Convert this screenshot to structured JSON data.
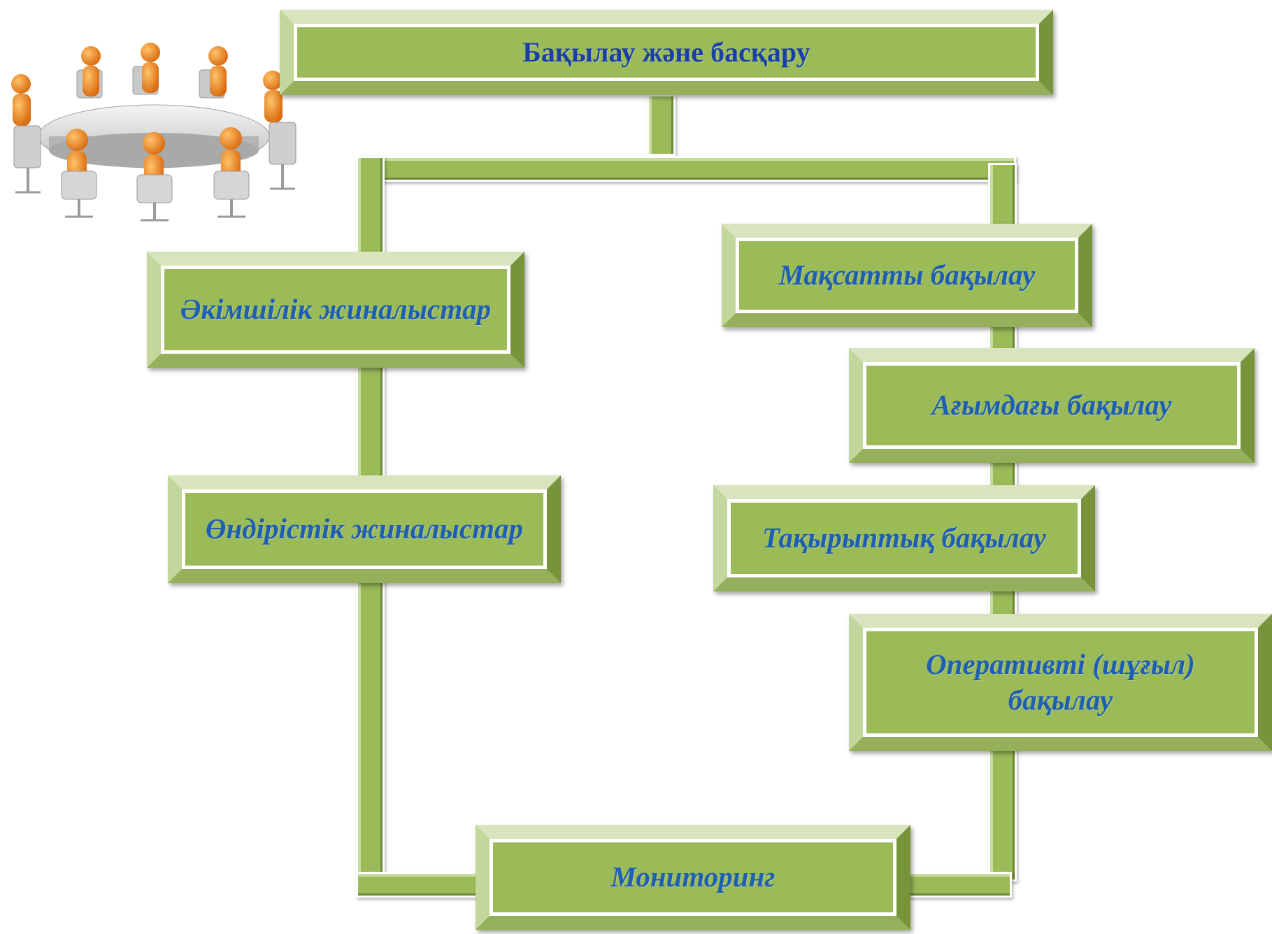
{
  "diagram": {
    "title": "Бақылау және басқару",
    "left_branch": [
      "Әкімшілік жиналыстар",
      "Өндірістік жиналыстар"
    ],
    "right_branch": [
      "Мақсатты  бақылау",
      "Ағымдағы  бақылау",
      "Тақырыптық  бақылау",
      "Оперативті (шұғыл) бақылау"
    ],
    "bottom": "Мониторинг"
  },
  "colors": {
    "box_fill": "#9bbb59",
    "text": "#1f5fb3",
    "title_text": "#1b3fa8",
    "figures": "#e8841f"
  },
  "icons": [
    "meeting-table-clipart"
  ]
}
